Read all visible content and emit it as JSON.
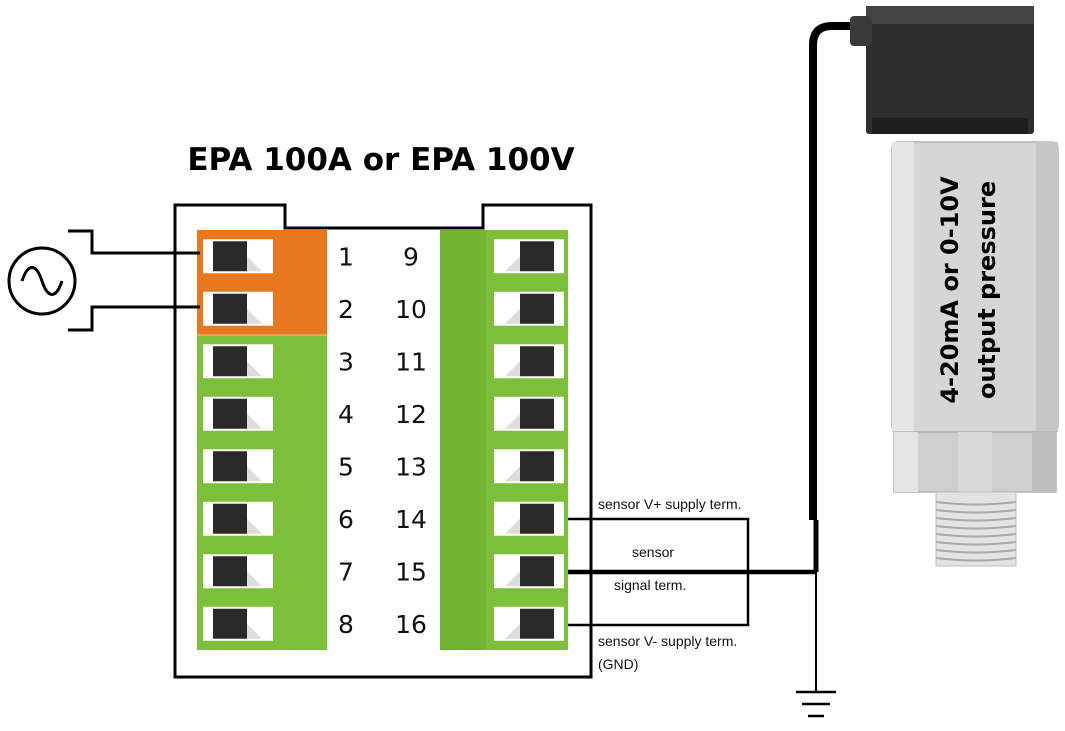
{
  "diagram": {
    "title": "EPA 100A or EPA 100V",
    "colors": {
      "terminal_green": "#7DBE3A",
      "terminal_orange": "#E8781E",
      "terminal_dark": "#2A2A2A",
      "sensor_body": "#D9D9D9",
      "connector": "#2E2E2E",
      "wire": "#000000"
    },
    "terminals_left": [
      {
        "number": "1",
        "color": "orange"
      },
      {
        "number": "2",
        "color": "orange"
      },
      {
        "number": "3",
        "color": "green"
      },
      {
        "number": "4",
        "color": "green"
      },
      {
        "number": "5",
        "color": "green"
      },
      {
        "number": "6",
        "color": "green"
      },
      {
        "number": "7",
        "color": "green"
      },
      {
        "number": "8",
        "color": "green"
      }
    ],
    "terminals_right": [
      {
        "number": "9",
        "color": "green"
      },
      {
        "number": "10",
        "color": "green"
      },
      {
        "number": "11",
        "color": "green"
      },
      {
        "number": "12",
        "color": "green"
      },
      {
        "number": "13",
        "color": "green"
      },
      {
        "number": "14",
        "color": "green"
      },
      {
        "number": "15",
        "color": "green"
      },
      {
        "number": "16",
        "color": "green"
      }
    ],
    "wire_labels": {
      "supply_plus": "sensor V+ supply term.",
      "signal_line1": "sensor",
      "signal_line2": "signal term.",
      "supply_minus": "sensor V- supply term.",
      "gnd": "(GND)"
    },
    "sensor": {
      "label_line1": "4-20mA or 0-10V",
      "label_line2": "output pressure"
    },
    "icons": {
      "ac_source": "ac-source-icon",
      "ground": "ground-icon"
    }
  }
}
